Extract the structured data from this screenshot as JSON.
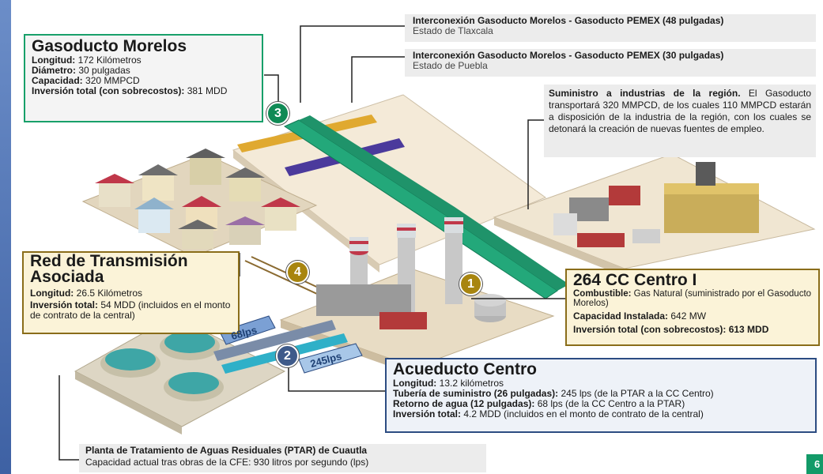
{
  "left_band_color": "#4d73b8",
  "gasoducto": {
    "title": "Gasoducto Morelos",
    "longitud_label": "Longitud:",
    "longitud_value": " 172 Kilómetros",
    "diametro_label": "Diámetro:",
    "diametro_value": " 30 pulgadas",
    "capacidad_label": "Capacidad:",
    "capacidad_value": " 320 MMPCD",
    "inversion_label": "Inversión total (con sobrecostos):",
    "inversion_value": " 381 MDD",
    "border_color": "#18a06a"
  },
  "interconexion_48": {
    "title": "Interconexión Gasoducto Morelos - Gasoducto PEMEX (48 pulgadas)",
    "subtitle": "Estado de Tlaxcala"
  },
  "interconexion_30": {
    "title": "Interconexión Gasoducto Morelos - Gasoducto PEMEX (30 pulgadas)",
    "subtitle": "Estado de Puebla"
  },
  "suministro": {
    "bold": "Suministro a industrias de la región.",
    "text": " El Gasoducto transportará 320 MMPCD, de los cuales 110 MMPCD estarán a disposición de la industria de la región, con los cuales se detonará la creación de nuevas fuentes de empleo."
  },
  "red": {
    "title": "Red de Transmisión Asociada",
    "longitud_label": "Longitud:",
    "longitud_value": " 26.5 Kilómetros",
    "inversion_label": "Inversión total:",
    "inversion_value": " 54 MDD (incluidos en el monto de contrato de la central)",
    "border_color": "#8a6d1a"
  },
  "centro": {
    "title": "264 CC Centro I",
    "combustible_label": "Combustible:",
    "combustible_value": " Gas Natural (suministrado por el Gasoducto Morelos)",
    "capacidad_label": "Capacidad Instalada:",
    "capacidad_value": " 642 MW",
    "inversion_label": "Inversión total (con sobrecostos):",
    "inversion_value": " 613 MDD",
    "border_color": "#8a6d1a"
  },
  "acueducto": {
    "title": "Acueducto Centro",
    "longitud_label": "Longitud:",
    "longitud_value": " 13.2 kilómetros",
    "tuberia_label": "Tubería de suministro (26 pulgadas):",
    "tuberia_value": " 245 lps (de la PTAR  a la CC Centro)",
    "retorno_label": "Retorno de agua (12 pulgadas):",
    "retorno_value": " 68 lps (de la CC Centro a la PTAR)",
    "inversion_label": "Inversión total:",
    "inversion_value": " 4.2 MDD (incluidos en el monto de contrato de la central)",
    "border_color": "#2c4c82"
  },
  "ptar": {
    "title": "Planta de Tratamiento de Aguas Residuales (PTAR) de Cuautla",
    "subtitle": "Capacidad actual tras obras de la CFE: 930 litros por segundo (lps)"
  },
  "markers": [
    {
      "label": "1",
      "color": "#a8850f"
    },
    {
      "label": "2",
      "color": "#3e5a8a"
    },
    {
      "label": "3",
      "color": "#0f8a55"
    },
    {
      "label": "4",
      "color": "#a8850f"
    }
  ],
  "flows": {
    "return": "68lps",
    "supply": "245lps"
  },
  "page_number": "6"
}
